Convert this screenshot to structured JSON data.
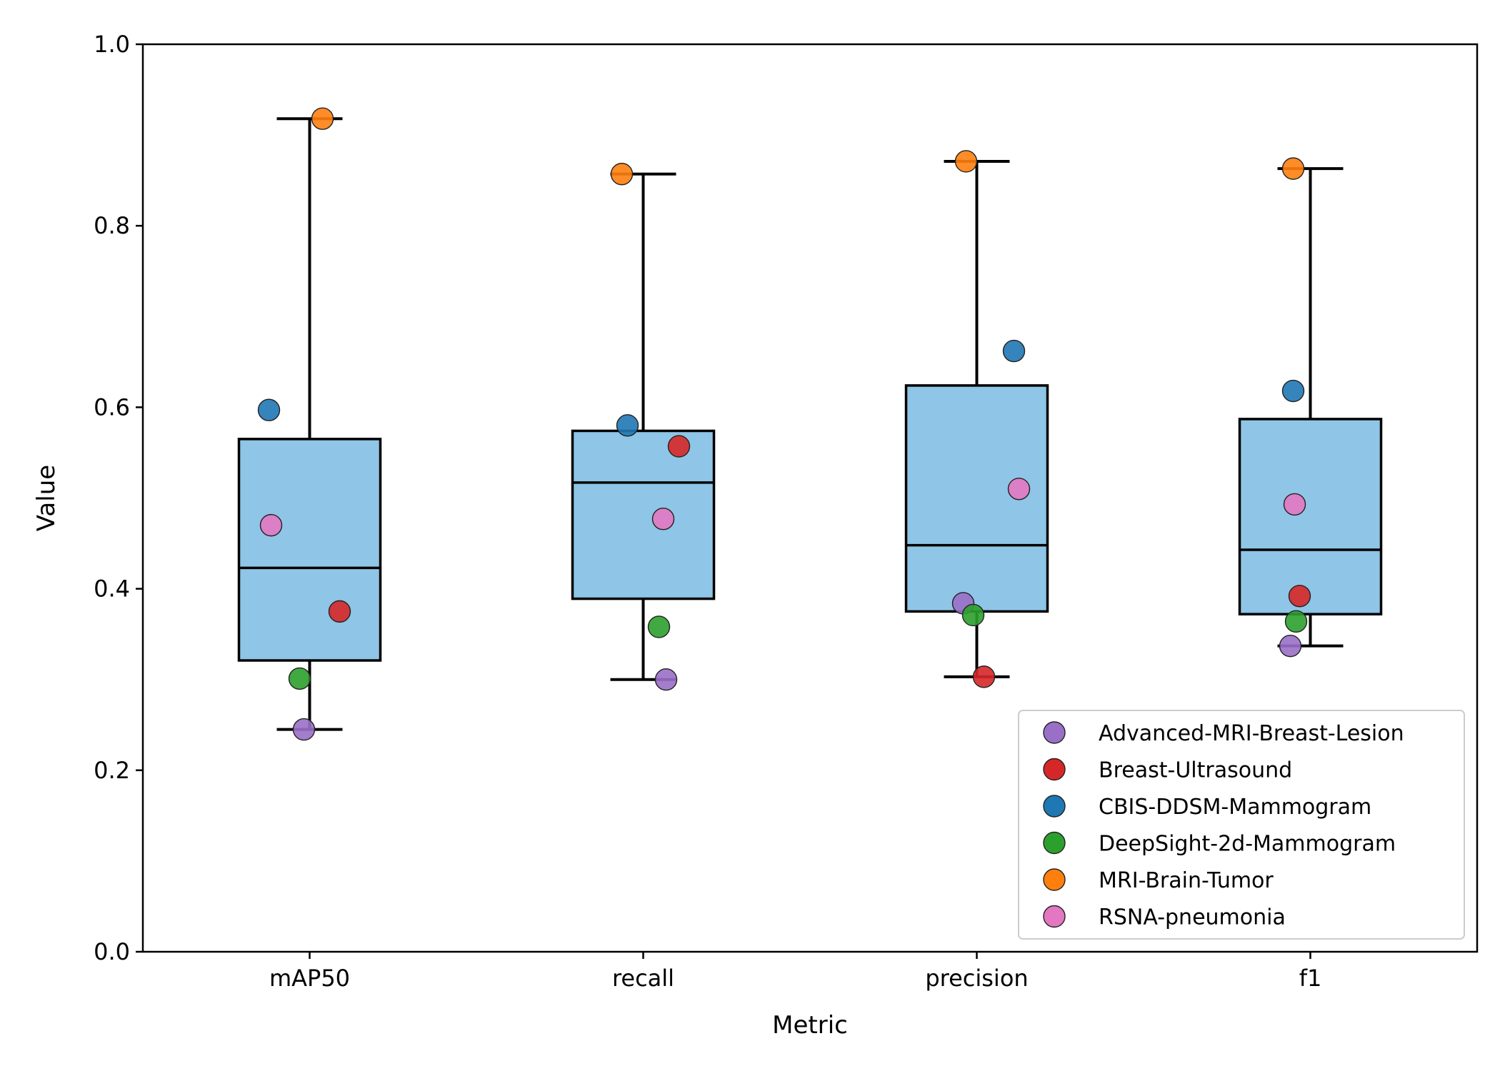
{
  "chart_data": {
    "type": "box",
    "xlabel": "Metric",
    "ylabel": "Value",
    "ylim": [
      0.0,
      1.0
    ],
    "yticks": [
      "0.0",
      "0.2",
      "0.4",
      "0.6",
      "0.8",
      "1.0"
    ],
    "categories": [
      "mAP50",
      "recall",
      "precision",
      "f1"
    ],
    "box_color": "#8fc5e6",
    "boxes": [
      {
        "category": "mAP50",
        "whisker_low": 0.245,
        "q1": 0.321,
        "median": 0.423,
        "q3": 0.565,
        "whisker_high": 0.918
      },
      {
        "category": "recall",
        "whisker_low": 0.3,
        "q1": 0.389,
        "median": 0.517,
        "q3": 0.574,
        "whisker_high": 0.857
      },
      {
        "category": "precision",
        "whisker_low": 0.303,
        "q1": 0.375,
        "median": 0.448,
        "q3": 0.624,
        "whisker_high": 0.871
      },
      {
        "category": "f1",
        "whisker_low": 0.337,
        "q1": 0.372,
        "median": 0.443,
        "q3": 0.587,
        "whisker_high": 0.863
      }
    ],
    "series": [
      {
        "name": "Advanced-MRI-Breast-Lesion",
        "color": "#9a6fc8",
        "values": [
          0.245,
          0.3,
          0.384,
          0.337
        ]
      },
      {
        "name": "Breast-Ultrasound",
        "color": "#d62728",
        "values": [
          0.375,
          0.557,
          0.303,
          0.392
        ]
      },
      {
        "name": "CBIS-DDSM-Mammogram",
        "color": "#1f77b4",
        "values": [
          0.597,
          0.58,
          0.662,
          0.618
        ]
      },
      {
        "name": "DeepSight-2d-Mammogram",
        "color": "#2ca02c",
        "values": [
          0.301,
          0.358,
          0.371,
          0.364
        ]
      },
      {
        "name": "MRI-Brain-Tumor",
        "color": "#ff7f0e",
        "values": [
          0.918,
          0.857,
          0.871,
          0.863
        ]
      },
      {
        "name": "RSNA-pneumonia",
        "color": "#e377c2",
        "values": [
          0.47,
          0.477,
          0.51,
          0.493
        ]
      }
    ],
    "legend_position": "lower-right",
    "grid": false
  }
}
